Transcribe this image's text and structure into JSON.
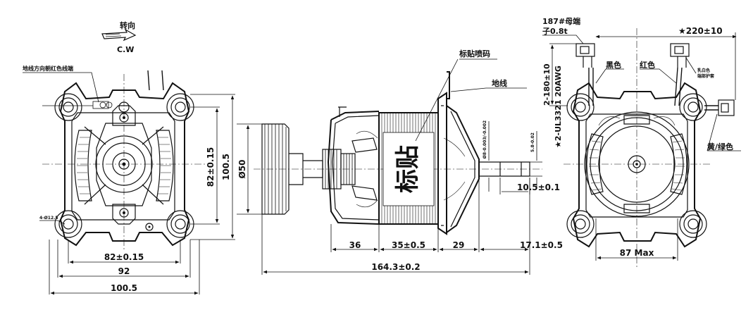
{
  "front_view": {
    "rotation_label": "转向",
    "rotation_direction": "C.W",
    "ground_note": "地线方向朝红色线端",
    "hole_callout": "4-Ø12.5",
    "dim_bottom_inner": "82±0.15",
    "dim_bottom_mid": "92",
    "dim_bottom_outer": "100.5",
    "dim_right_inner": "82±0.15",
    "dim_right_outer": "100.5"
  },
  "side_view": {
    "label_marking": "标贴喷码",
    "label_ground": "地线",
    "sticker_text": "标贴",
    "dim_fan_dia": "Ø50",
    "dim_shaft_dia": "Ø8-0.003/-0.002",
    "dim_shaft_flat": "5.8-0.02",
    "dim_shaft_ext": "10.5±0.1",
    "dim_seg_1": "36",
    "dim_seg_2": "35±0.5",
    "dim_seg_3": "29",
    "dim_seg_4": "17.1±0.5",
    "dim_total": "164.3±0.2"
  },
  "rear_view": {
    "terminal_note_1": "187#母端",
    "terminal_note_2": "子0.8t",
    "dim_lead_length": "★220±10",
    "wire_black": "黑色",
    "wire_red": "红色",
    "connector_note_1": "乳白色",
    "connector_note_2": "端部护套",
    "dim_wire_length": "2-180±10",
    "wire_spec": "★2-UL3321 20AWG",
    "wire_yellow_green": "黄/绿色",
    "dim_width": "87 Max"
  }
}
